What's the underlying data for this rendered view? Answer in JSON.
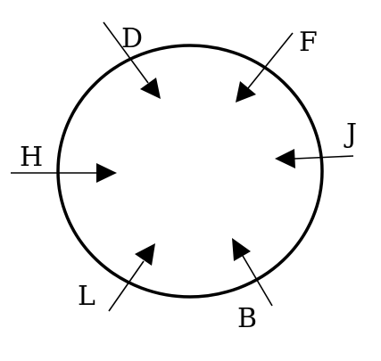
{
  "diagram": {
    "labels": {
      "d": "D",
      "f": "F",
      "h": "H",
      "j": "J",
      "l": "L",
      "b": "B"
    }
  }
}
